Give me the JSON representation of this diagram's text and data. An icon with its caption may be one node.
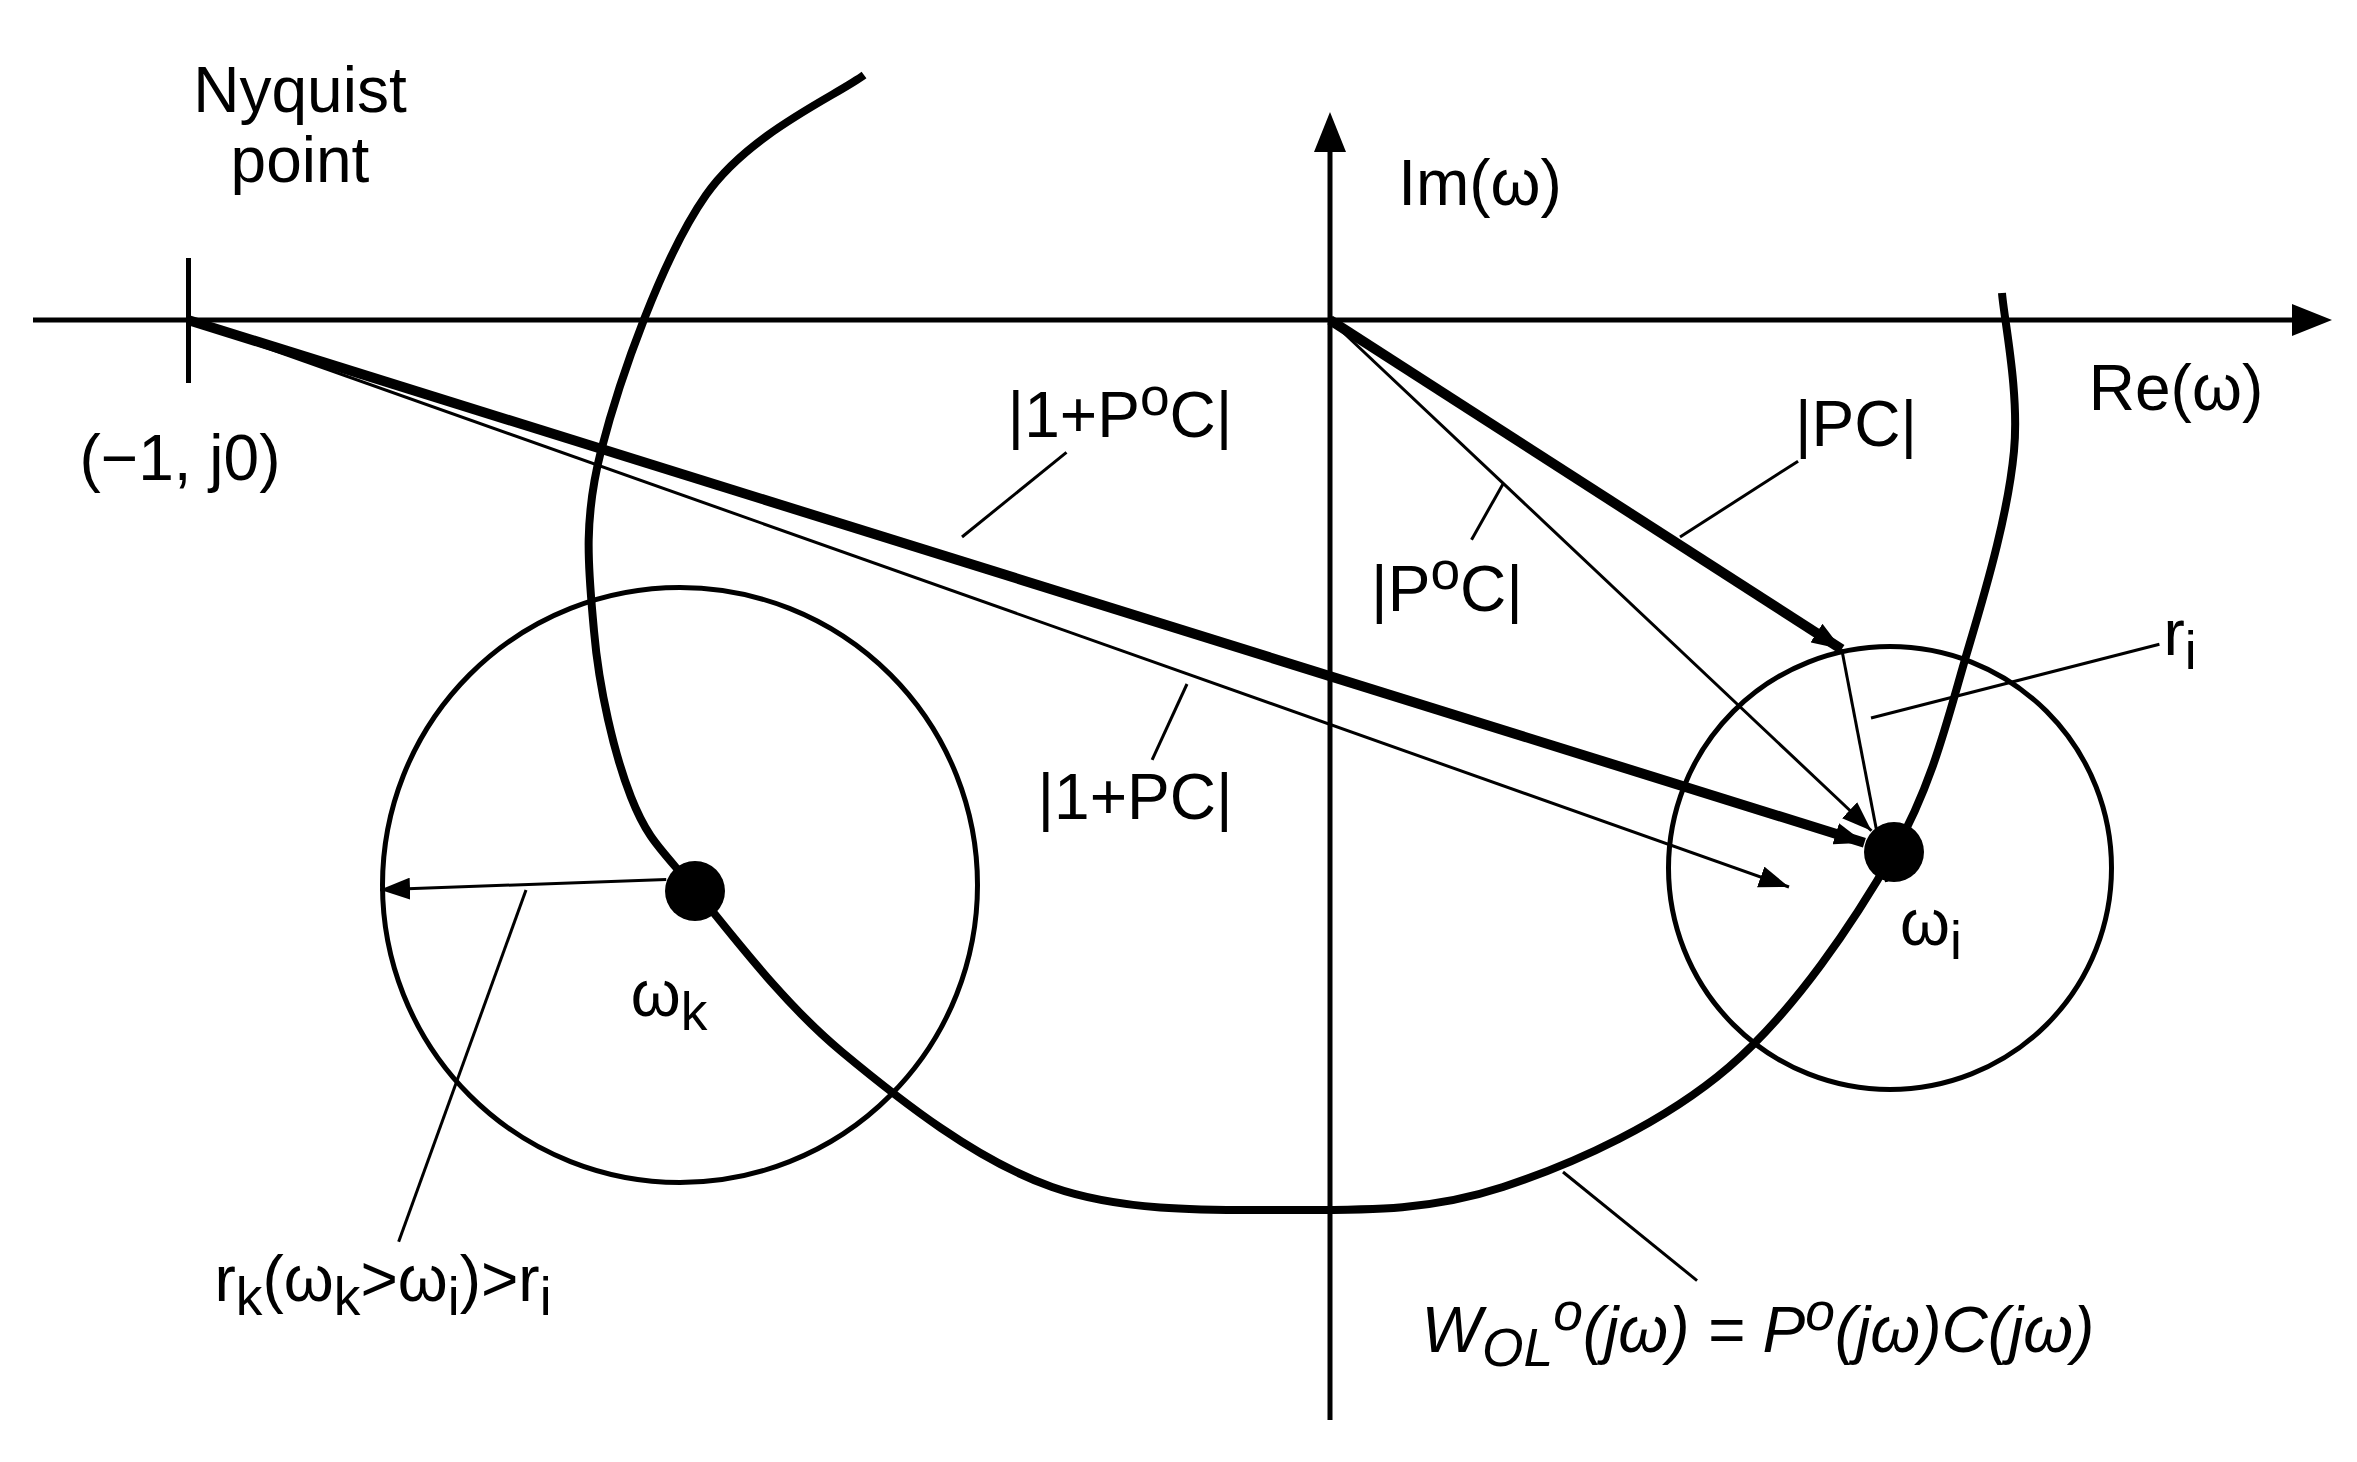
{
  "diagram": {
    "nodes": [
      {
        "text": [],
        "shape": "bar",
        "beside": [
          "Nyquist point",
          "(−1, j0)"
        ]
      },
      {
        "text": [],
        "shape": "circle"
      },
      {
        "text": [],
        "shape": "circle",
        "in": 1,
        "beside": [
          "ω$_{k}$"
        ]
      },
      {
        "text": [],
        "shape": "circle"
      },
      {
        "text": [],
        "shape": "circle",
        "in": 3,
        "beside": [
          "ω$_{i}$"
        ]
      },
      {
        "text": [
          "|1+P$^{o}$C|"
        ]
      },
      {
        "text": [
          "|PC|"
        ]
      },
      {
        "text": [
          "|P$^{o}$C|"
        ]
      },
      {
        "text": [
          "|1+PC|"
        ]
      },
      {
        "text": [
          "r$_{i}$"
        ]
      },
      {
        "text": [
          "r$_{k}$(ω$_{k}$>ω$_{i}$)>r$_{i}$"
        ]
      },
      {
        "text": [
          "W$_{OL}$$^{o}$(jω) = P$^{o}$(jω)C(jω)"
        ]
      }
    ],
    "edges": [
      {
        "from": 0,
        "to": 4,
        "arrow": "to",
        "style": "thick"
      },
      {
        "from": 0,
        "to": null,
        "arrow": "to"
      },
      {
        "from": null,
        "to": 4,
        "arrow": "to"
      },
      {
        "from": null,
        "to": 3,
        "arrow": "to",
        "style": "thick"
      },
      {
        "from": 3,
        "to": 4,
        "arrow": "to"
      },
      {
        "from": 2,
        "to": 1,
        "arrow": "to"
      },
      {
        "from": 5,
        "to": null,
        "arrow": "none"
      },
      {
        "from": 6,
        "to": null,
        "arrow": "none"
      },
      {
        "from": 7,
        "to": null,
        "arrow": "none"
      },
      {
        "from": 8,
        "to": null,
        "arrow": "none"
      },
      {
        "from": 9,
        "to": null,
        "arrow": "none"
      },
      {
        "from": 10,
        "to": null,
        "arrow": "none"
      },
      {
        "from": 11,
        "to": null,
        "arrow": "none"
      }
    ],
    "labels": [
      "Im(ω)",
      "Re(ω)"
    ]
  }
}
